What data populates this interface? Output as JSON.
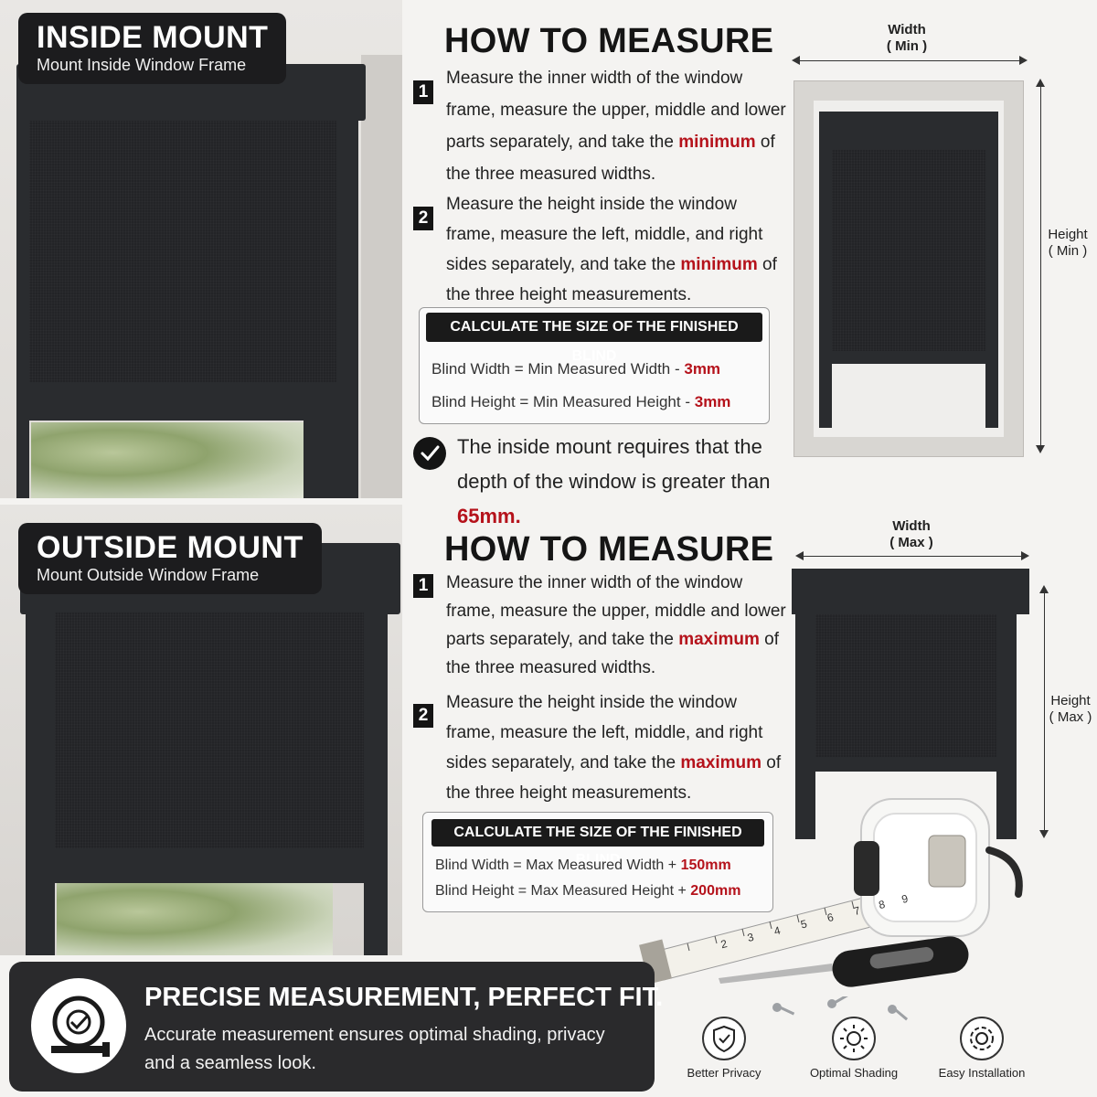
{
  "inside": {
    "tag_title": "INSIDE MOUNT",
    "tag_sub": "Mount Inside Window Frame",
    "heading": "HOW TO MEASURE",
    "step1": {
      "num": "1",
      "pre": "Measure the inner width of the window frame, measure the upper, middle and lower parts separately, and take the ",
      "hl": "minimum",
      "post": " of the three measured widths."
    },
    "step2": {
      "num": "2",
      "pre": "Measure the height inside the window frame, measure the left, middle, and right sides separately, and take the ",
      "hl": "minimum",
      "post": " of the three height measurements."
    },
    "calc_title": "CALCULATE THE SIZE OF THE FINISHED BLIND",
    "calc1": {
      "pre": "Blind Width  =  Min Measured Width  - ",
      "hl": "3mm"
    },
    "calc2": {
      "pre": "Blind Height  =  Min Measured Height - ",
      "hl": "3mm"
    },
    "note": {
      "pre": "The inside mount requires that the depth of the window is greater than ",
      "hl": "65mm."
    },
    "width_label": "Width",
    "width_sub": "( Min )",
    "height_label": "Height",
    "height_sub": "( Min )"
  },
  "outside": {
    "tag_title": "OUTSIDE MOUNT",
    "tag_sub": "Mount Outside Window Frame",
    "heading": "HOW TO MEASURE",
    "step1": {
      "num": "1",
      "pre": "Measure the inner width of the window frame, measure the upper, middle and lower parts separately, and take the ",
      "hl": "maximum",
      "post": " of the three measured widths."
    },
    "step2": {
      "num": "2",
      "pre": "Measure the height inside the window frame, measure the left, middle, and right sides separately, and take the ",
      "hl": "maximum",
      "post": " of the three height measurements."
    },
    "calc_title": "CALCULATE THE SIZE OF THE FINISHED BLIND",
    "calc1": {
      "pre": "Blind Width  =  Max Measured Width  + ",
      "hl": "150mm"
    },
    "calc2": {
      "pre": "Blind Height  =  Max Measured Height + ",
      "hl": "200mm"
    },
    "width_label": "Width",
    "width_sub": "( Max )",
    "height_label": "Height",
    "height_sub": "( Max )"
  },
  "banner": {
    "title": "PRECISE MEASUREMENT, PERFECT FIT.",
    "text": "Accurate measurement ensures optimal shading, privacy and a seamless look."
  },
  "features": [
    {
      "label": "Better Privacy",
      "icon": "shield-check-icon"
    },
    {
      "label": "Optimal Shading",
      "icon": "sun-icon"
    },
    {
      "label": "Easy Installation",
      "icon": "gear-icon"
    }
  ],
  "tape_numbers": [
    "2",
    "3",
    "4",
    "5",
    "6",
    "7",
    "8",
    "9"
  ],
  "colors": {
    "accent_red": "#b5121b",
    "dark": "#1c1c1e",
    "frame": "#2a2c2f"
  }
}
